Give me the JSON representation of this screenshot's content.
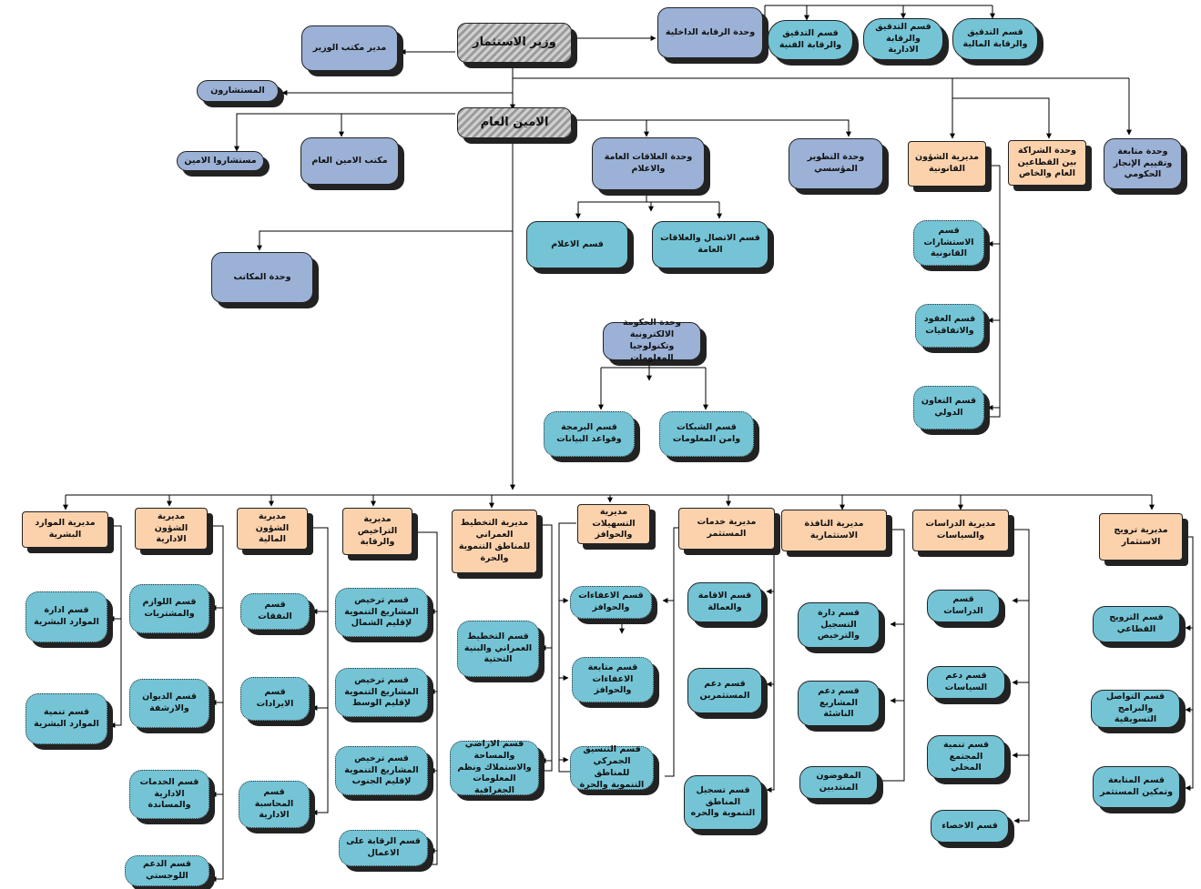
{
  "nodes": {
    "minister": "وزير الاستثمار",
    "office_mgr": "مدير مكتب الوزير",
    "internal_audit": "وحدة الرقابة الداخلية",
    "audit_technical": "قسم التدقيق والرقابة الفنية",
    "audit_admin": "قسم التدقيق والرقابة الادارية",
    "audit_financial": "قسم التدقيق والرقابة المالية",
    "advisors": "المستشارون",
    "secretary_general": "الامين العام",
    "sg_advisors": "مستشاروا الامين",
    "sg_office": "مكتب الامين العام",
    "pr_unit": "وحدة العلاقات العامة والاعلام",
    "media_section": "قسم الاعلام",
    "comm_section": "قسم الاتصال والعلاقات العامة",
    "inst_dev": "وحدة التطوير المؤسسي",
    "legal_dir": "مديرية الشؤون القانونية",
    "ppp_unit": "وحدة الشراكة بين القطاعين العام والخاص",
    "gov_perf_unit": "وحدة متابعة وتقييم الإنجاز الحكومي",
    "legal_consult": "قسم الاستشارات القانونية",
    "contracts": "قسم العقود والاتفاقيات",
    "intl_coop": "قسم التعاون الدولي",
    "offices_unit": "وحدة المكاتب",
    "egov_unit": "وحدة الحكومة الالكترونية وتكنولوجيا المعلومات",
    "programming": "قسم البرمجة وقواعد البيانات",
    "networks": "قسم الشبكات وامن المعلومات",
    "hr_dir": "مديرية الموارد البشرية",
    "hr_admin": "قسم ادارة الموارد البشرية",
    "hr_dev": "قسم تنمية الموارد البشرية",
    "admin_dir": "مديرية الشؤون الادارية",
    "supplies": "قسم اللوازم والمشتريات",
    "diwan": "قسم الديوان والارشفة",
    "admin_services": "قسم الخدمات الادارية والمساندة",
    "logistics": "قسم الدعم اللوجستي",
    "finance_dir": "مديرية الشؤون المالية",
    "expenses": "قسم النفقات",
    "revenues": "قسم الايرادات",
    "admin_accounting": "قسم المحاسبة الادارية",
    "licensing_dir": "مديرية التراخيص والرقابة",
    "lic_north": "قسم ترخيص المشاريع التنموية لإقليم الشمال",
    "lic_center": "قسم ترخيص المشاريع التنموية لإقليم الوسط",
    "lic_south": "قسم ترخيص المشاريع التنموية لإقليم الجنوب",
    "work_control": "قسم الرقابة على الاعمال",
    "planning_dir": "مديرية التخطيط العمراني للمناطق التنموية والحرة",
    "urban_planning": "قسم التخطيط العمراني والبنية التحتية",
    "lands": "قسم الاراضي والمساحة والاستملاك ونظم المعلومات الجغرافية",
    "incentives_dir": "مديرية التسهيلات والحوافز",
    "exemptions": "قسم الاعفاءات والحوافز",
    "exemptions_follow": "قسم متابعة الاعفاءات والحوافز",
    "customs": "قسم التنسيق الجمركي للمناطق التنموية والحرة",
    "investor_services_dir": "مديرية خدمات المستثمر",
    "residency": "قسم الاقامة والعمالة",
    "investor_support": "قسم دعم المستثمرين",
    "zone_registration": "قسم تسجيل المناطق التنموية والحره",
    "onestop_dir": "مديرية النافذة الاستثمارية",
    "registration": "قسم دارة التسجيل والترخيص",
    "startups": "قسم دعم المشاريع الناشئة",
    "delegates": "المفوضون المنتدبين",
    "studies_dir": "مديرية الدراسات والسياسات",
    "studies": "قسم الدراسات",
    "policies": "قسم دعم السياسات",
    "community": "قسم تنمية المجتمع المحلي",
    "statistics": "قسم الاحصاء",
    "promotion_dir": "مديرية ترويج الاستثمار",
    "sector_promo": "قسم الترويج القطاعي",
    "marketing": "قسم التواصل والبرامج التسويقية",
    "followup_investor": "قسم المتابعة وتمكين المستثمر"
  }
}
